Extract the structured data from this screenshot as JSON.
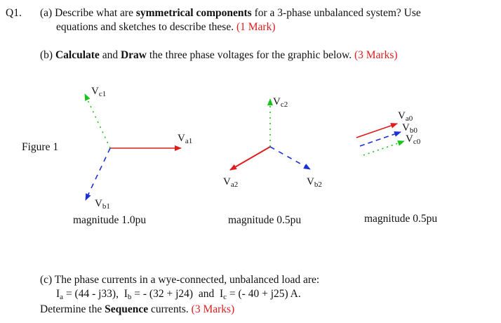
{
  "question": {
    "number": "Q1.",
    "part_a": {
      "prefix": "(a) Describe what are",
      "bold": "symmetrical components",
      "suffix": "for a 3-phase unbalanced system? Use",
      "line2": "equations and sketches to describe these.",
      "marks": "(1 Mark)"
    },
    "part_b": {
      "prefix": "(b)",
      "bold1": "Calculate",
      "mid": "and",
      "bold2": "Draw",
      "suffix": "the three phase voltages for the graphic below.",
      "marks": "(3 Marks)"
    },
    "part_c": {
      "line1": "(c) The phase currents in a wye-connected, unbalanced load are:",
      "ia_sym": "I",
      "ia_sub": "a",
      "ia_val": "= (44 - j33),",
      "ib_sym": "I",
      "ib_sub": "b",
      "ib_val": "= - (32 + j24)",
      "and": "and",
      "ic_sym": "I",
      "ic_sub": "c",
      "ic_val": "= (- 40 + j25) A.",
      "line3_prefix": "Determine the",
      "line3_bold": "Sequence",
      "line3_suffix": "currents.",
      "marks": "(3 Marks)"
    }
  },
  "figure": {
    "caption": "Figure 1",
    "positive": {
      "magnitude": "magnitude 1.0pu",
      "va": {
        "sym": "V",
        "sub": "a1"
      },
      "vb": {
        "sym": "V",
        "sub": "b1"
      },
      "vc": {
        "sym": "V",
        "sub": "c1"
      }
    },
    "negative": {
      "magnitude": "magnitude 0.5pu",
      "va": {
        "sym": "V",
        "sub": "a2"
      },
      "vb": {
        "sym": "V",
        "sub": "b2"
      },
      "vc": {
        "sym": "V",
        "sub": "c2"
      }
    },
    "zero": {
      "magnitude": "magnitude 0.5pu",
      "va": {
        "sym": "V",
        "sub": "a0"
      },
      "vb": {
        "sym": "V",
        "sub": "b0"
      },
      "vc": {
        "sym": "V",
        "sub": "c0"
      }
    },
    "colors": {
      "phase_a": "#e01b1b",
      "phase_b": "#1a2fd6",
      "phase_c": "#19c419",
      "marks": "#e01b1b"
    }
  }
}
